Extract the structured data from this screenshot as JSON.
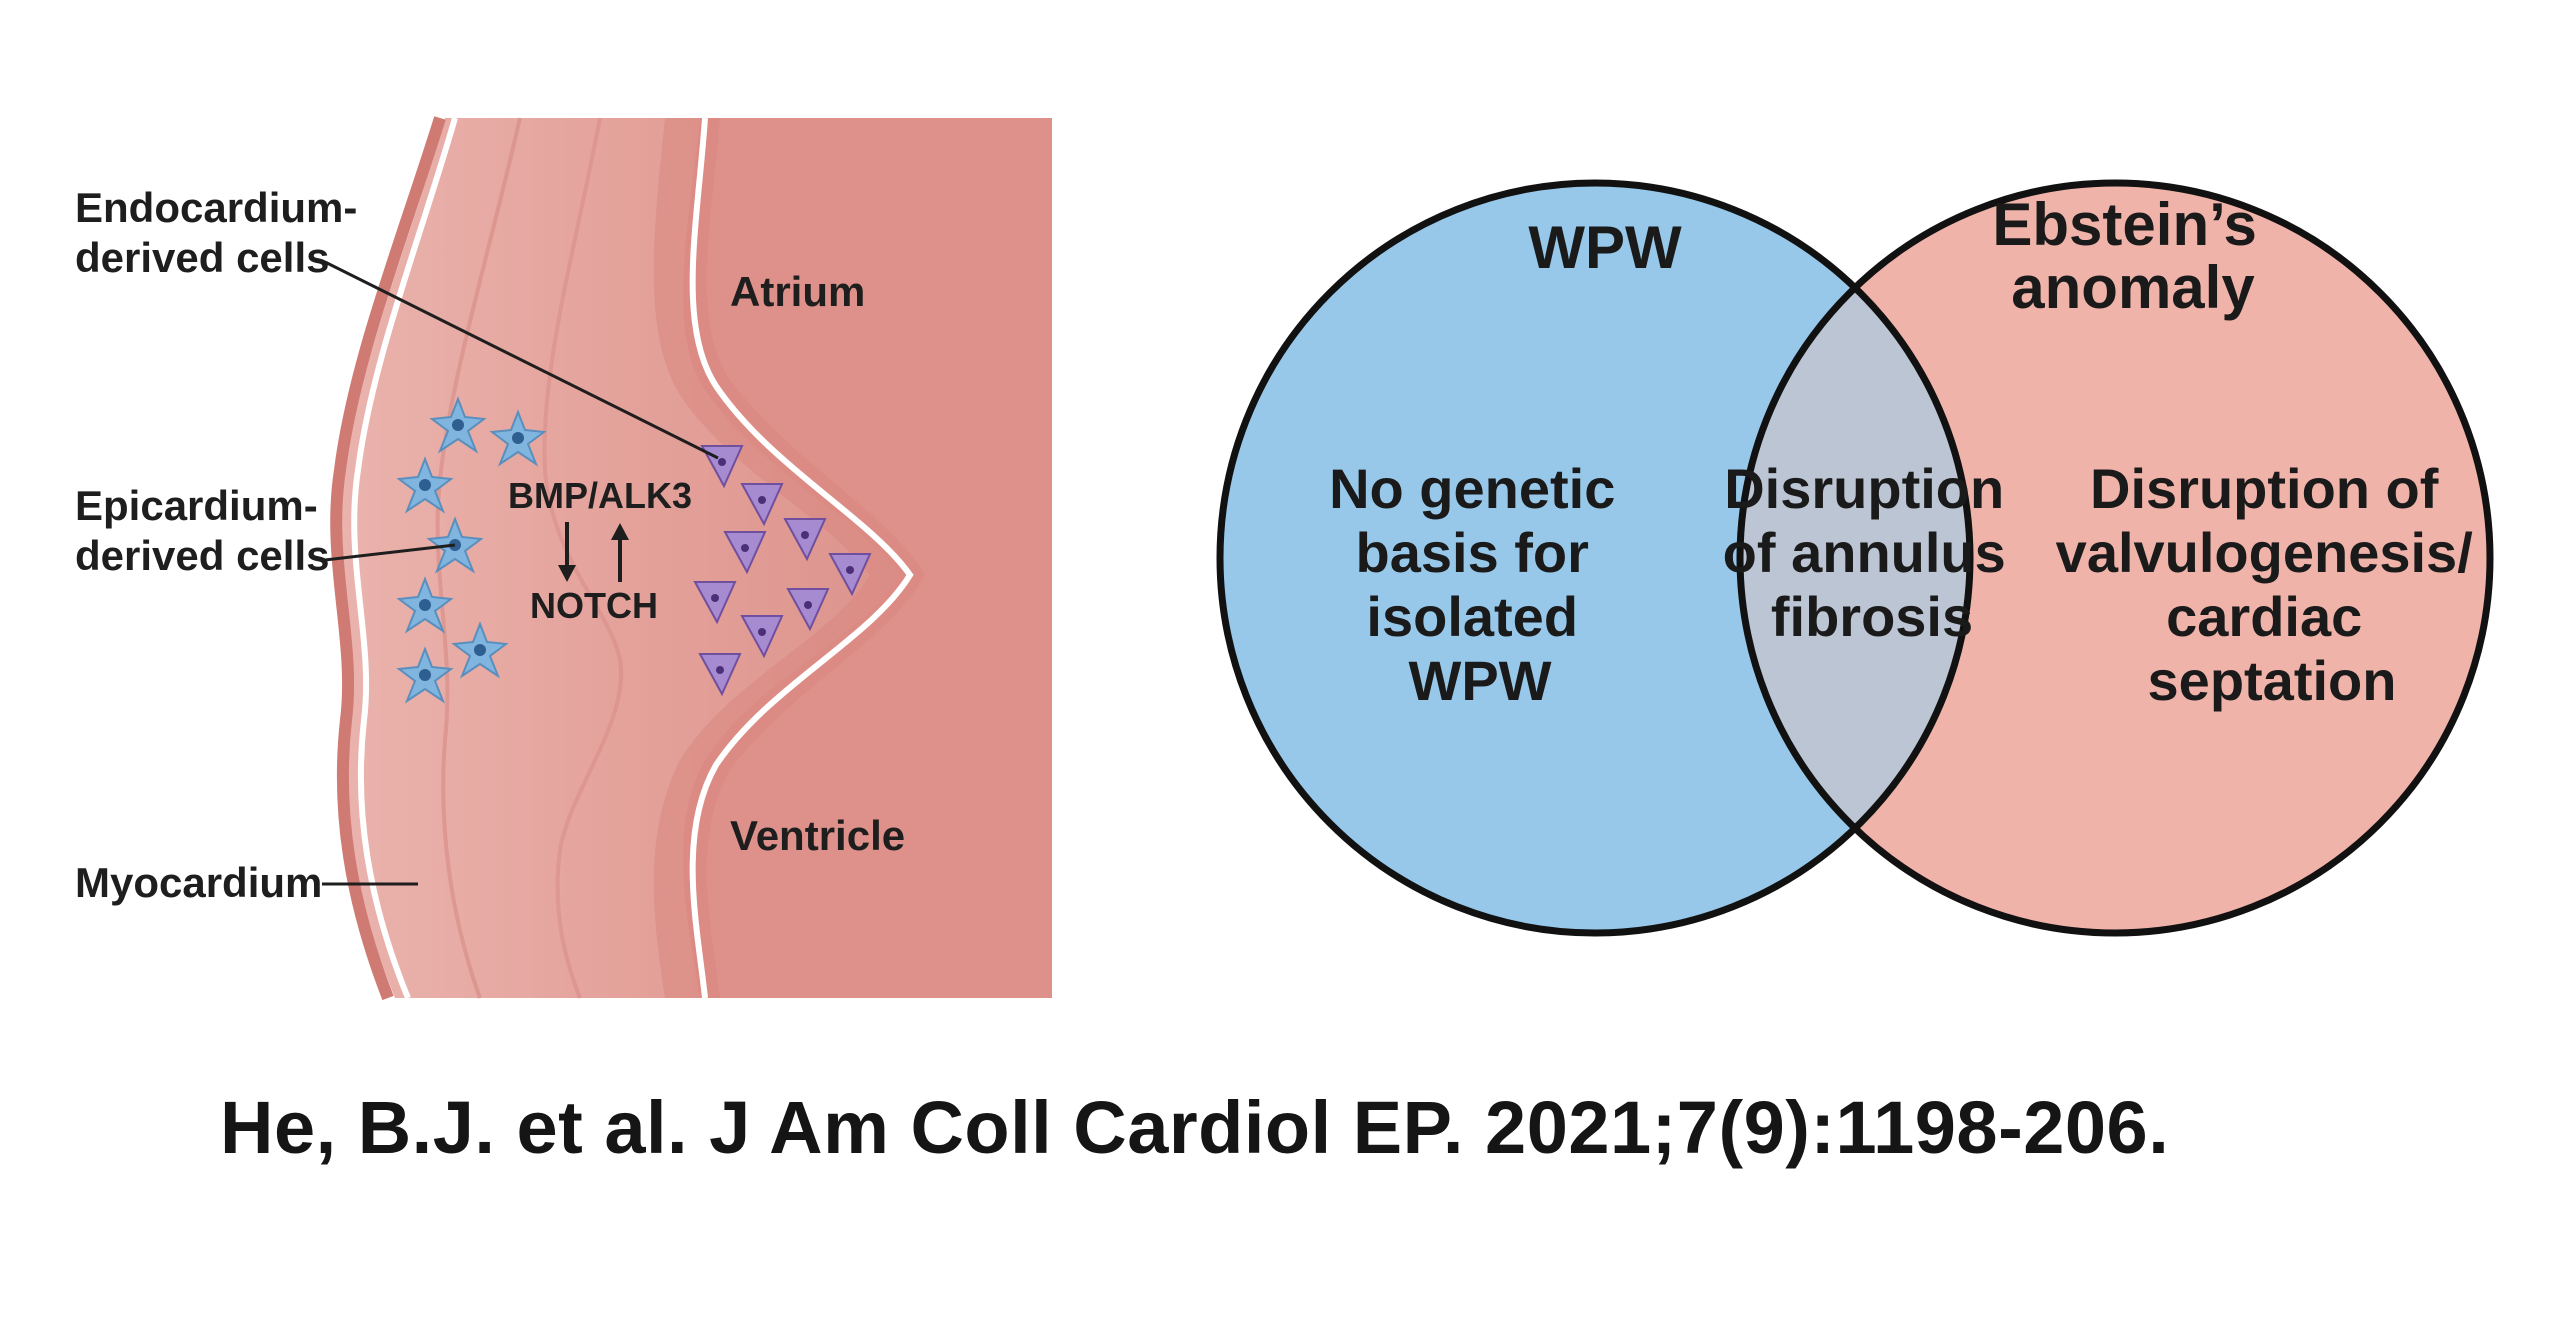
{
  "anatomy": {
    "labels": {
      "endocardium": [
        "Endocardium-",
        "derived cells"
      ],
      "epicardium": [
        "Epicardium-",
        "derived cells"
      ],
      "myocardium": "Myocardium",
      "atrium": "Atrium",
      "ventricle": "Ventricle",
      "bmp": "BMP/ALK3",
      "notch": "NOTCH"
    },
    "colors": {
      "tissue_outer": "#e7a9a3",
      "tissue_inner": "#d9857f",
      "chamber": "#de928b",
      "epicardial_cell": "#7fb5de",
      "endocardial_cell": "#a78bd1"
    }
  },
  "venn": {
    "left": {
      "title": "WPW",
      "body": [
        "No genetic",
        "basis for",
        "isolated",
        "WPW"
      ],
      "color": "#97c8e9"
    },
    "right": {
      "title": [
        "Ebstein’s",
        "anomaly"
      ],
      "body": [
        "Disruption of",
        "valvulogenesis/",
        "cardiac",
        "septation"
      ],
      "color": "#f0b3aa"
    },
    "overlap": {
      "body": [
        "Disruption",
        "of annulus",
        "fibrosis"
      ],
      "color": "#bcc5d3"
    }
  },
  "citation": "He, B.J. et al. J Am Coll Cardiol EP. 2021;7(9):1198-206."
}
